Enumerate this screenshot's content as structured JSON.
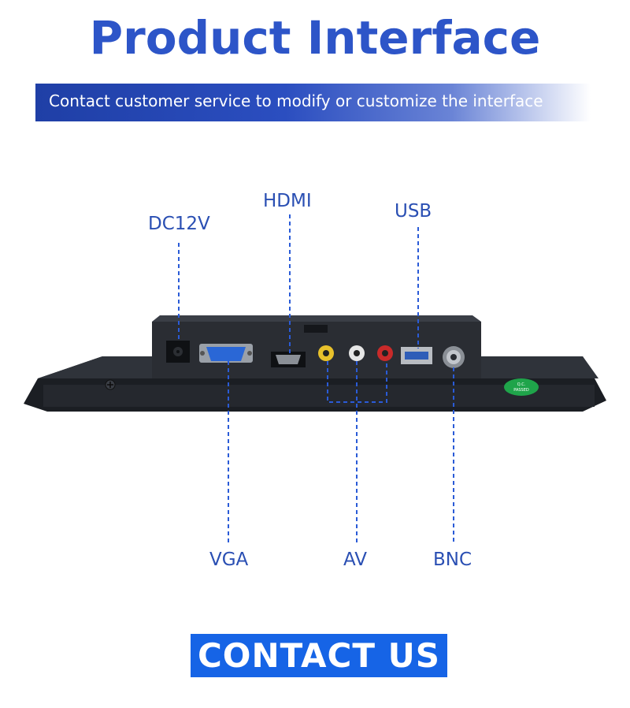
{
  "header": {
    "title": "Product Interface",
    "subtitle": "Contact customer service to modify or customize the interface"
  },
  "ports": {
    "dc": "DC12V",
    "hdmi": "HDMI",
    "usb": "USB",
    "vga": "VGA",
    "av": "AV",
    "bnc": "BNC"
  },
  "device": {
    "ce_mark": "Q.C. PASSED",
    "body_color": "#22252b",
    "leader_color": "#2a5bd7"
  },
  "footer": {
    "cta": "CONTACT US"
  }
}
